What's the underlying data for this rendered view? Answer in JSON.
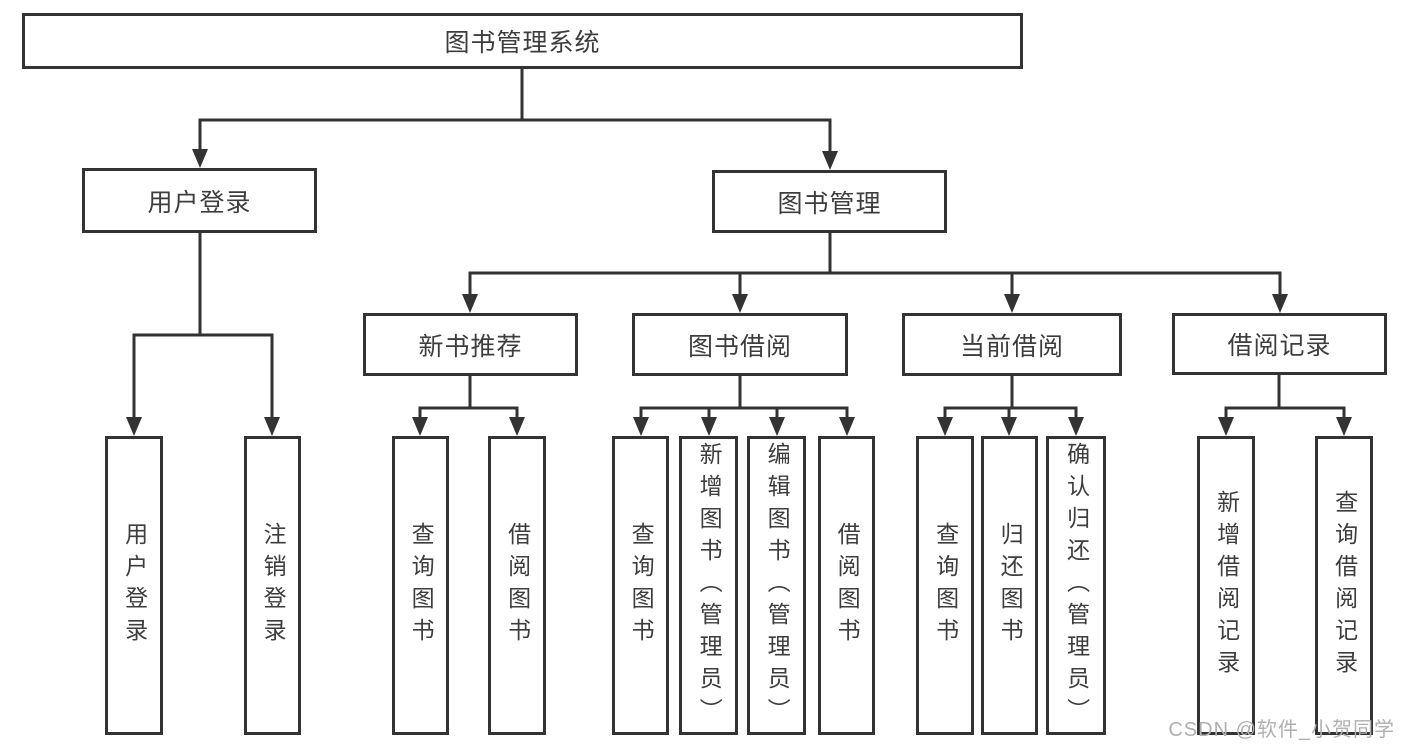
{
  "diagram": {
    "tree": {
      "label": "图书管理系统",
      "children": [
        {
          "label": "用户登录",
          "children": [
            {
              "label": "用户登录"
            },
            {
              "label": "注销登录"
            }
          ]
        },
        {
          "label": "图书管理",
          "children": [
            {
              "label": "新书推荐",
              "children": [
                {
                  "label": "查询图书"
                },
                {
                  "label": "借阅图书"
                }
              ]
            },
            {
              "label": "图书借阅",
              "children": [
                {
                  "label": "查询图书"
                },
                {
                  "label": "新增图书（管理员）"
                },
                {
                  "label": "编辑图书（管理员）"
                },
                {
                  "label": "借阅图书"
                }
              ]
            },
            {
              "label": "当前借阅",
              "children": [
                {
                  "label": "查询图书"
                },
                {
                  "label": "归还图书"
                },
                {
                  "label": "确认归还（管理员）"
                }
              ]
            },
            {
              "label": "借阅记录",
              "children": [
                {
                  "label": "新增借阅记录"
                },
                {
                  "label": "查询借阅记录"
                }
              ]
            }
          ]
        }
      ]
    },
    "colors": {
      "line": "#333333",
      "text": "#3d3d3d",
      "watermark": "#b0b0b0"
    }
  },
  "watermark": {
    "text": "CSDN @软件_小贺同学"
  }
}
